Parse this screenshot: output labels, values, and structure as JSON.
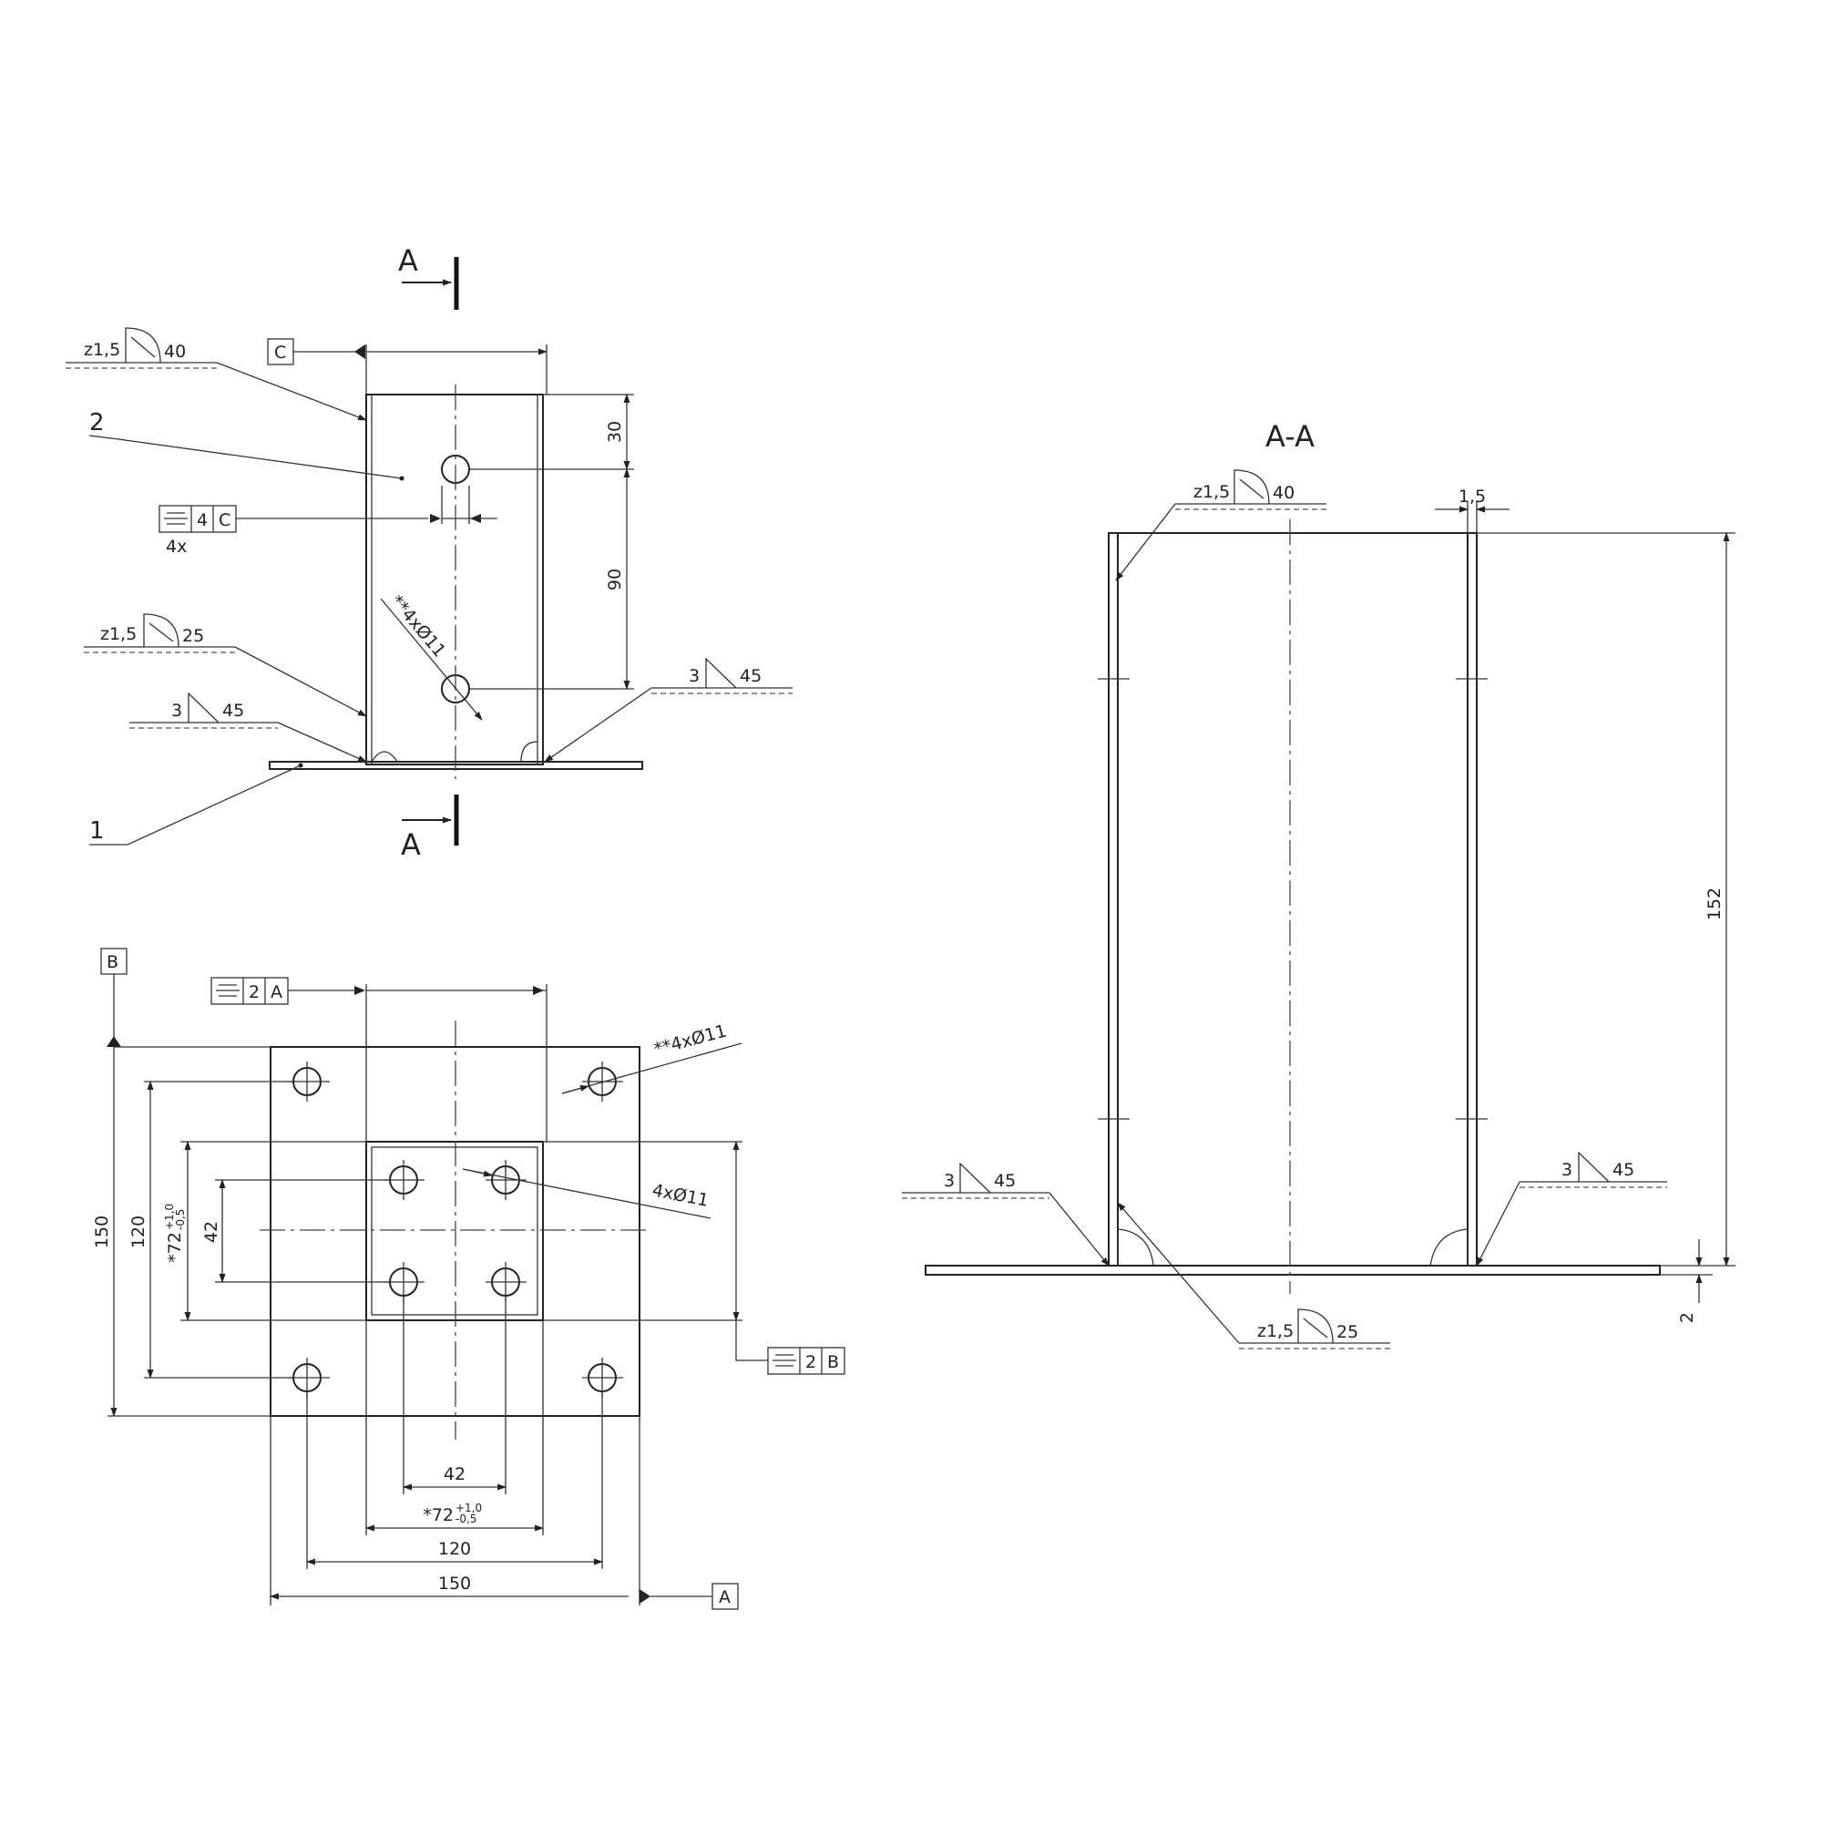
{
  "views": {
    "front": {
      "section_mark_top": "A",
      "section_mark_bottom": "A",
      "datum_c": "C",
      "weld_top": {
        "a": "z1,5",
        "l": "40"
      },
      "weld_mid": {
        "a": "z1,5",
        "l": "25"
      },
      "weld_left": {
        "a": "3",
        "l": "45"
      },
      "weld_right": {
        "a": "3",
        "l": "45"
      },
      "item_2": "2",
      "item_1": "1",
      "fcf": {
        "value": "4",
        "datum": "C",
        "count": "4x"
      },
      "dim_30": "30",
      "dim_90": "90",
      "holes": "**4xØ11"
    },
    "top": {
      "datum_b": "B",
      "datum_a": "A",
      "fcf_top": {
        "value": "2",
        "datum": "A"
      },
      "fcf_right": {
        "value": "2",
        "datum": "B"
      },
      "holes_outer": "**4xØ11",
      "holes_inner": "4xØ11",
      "dim_150_v": "150",
      "dim_120_v": "120",
      "dim_72_v": "*72",
      "dim_42_v": "42",
      "dim_42_h": "42",
      "dim_72_h": "*72",
      "tol_upper": "+1,0",
      "tol_lower": "-0,5",
      "dim_120_h": "120",
      "dim_150_h": "150"
    },
    "section": {
      "title": "A-A",
      "weld_top": {
        "a": "z1,5",
        "l": "40"
      },
      "weld_bottom": {
        "a": "z1,5",
        "l": "25"
      },
      "weld_left": {
        "a": "3",
        "l": "45"
      },
      "weld_right": {
        "a": "3",
        "l": "45"
      },
      "dim_thk": "1,5",
      "dim_152": "152",
      "dim_2": "2"
    }
  }
}
